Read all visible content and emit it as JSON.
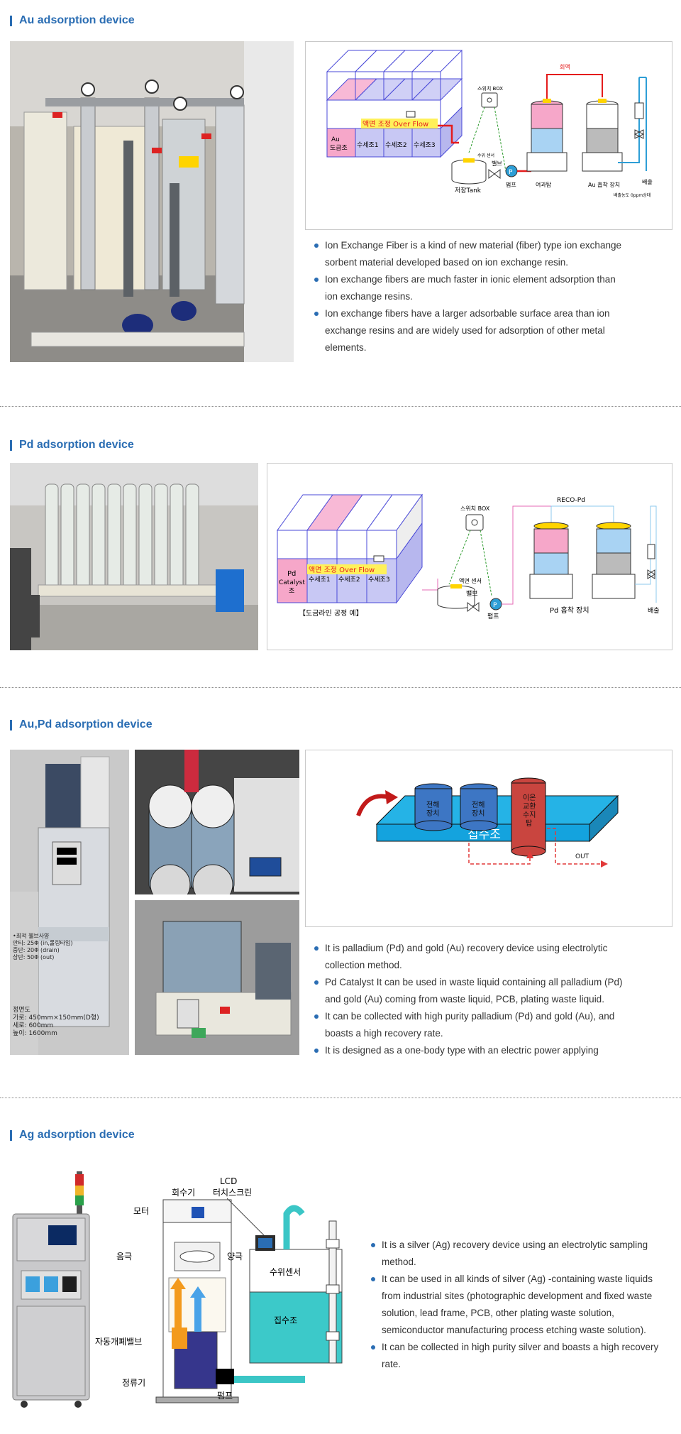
{
  "sections": {
    "au": {
      "title": "Au adsorption device",
      "bullets": [
        "Ion Exchange Fiber is a kind of new material (fiber) type ion exchange sorbent material developed based on ion exchange resin.",
        "Ion exchange fibers are much faster in ionic element adsorption than ion exchange resins.",
        "Ion exchange fibers have a larger adsorbable surface area than ion exchange resins and are widely used for adsorption of other metal elements."
      ],
      "diagram": {
        "tank_au": "Au",
        "tank_au2": "도금조",
        "rinse1": "수세조1",
        "rinse2": "수세조2",
        "rinse3": "수세조3",
        "overflow": "액면 조정 Over Flow",
        "switch_box": "스위치 BOX",
        "level_sensor": "수위 센서",
        "valve": "밸브",
        "pump": "펌프",
        "storage": "저장Tank",
        "filter": "여과탑",
        "adsorber": "Au 흡착 장치",
        "return": "회액",
        "discharge": "배출",
        "discharge_note": "배출농도 0ppm상태",
        "pump_symbol": "P"
      }
    },
    "pd": {
      "title": "Pd adsorption device",
      "diagram": {
        "tank_pd": "Pd",
        "tank_pd2": "Catalyst",
        "tank_pd3": "조",
        "rinse1": "수세조1",
        "rinse2": "수세조2",
        "rinse3": "수세조3",
        "overflow": "액면 조정 Over Flow",
        "switch_box": "스위치 BOX",
        "level_sensor": "액면 센서",
        "valve": "밸브",
        "pump": "펌프",
        "reco": "RECO-Pd",
        "adsorber": "Pd 흡착 장치",
        "discharge": "배출",
        "caption": "【도금라인 공정 예】",
        "pump_symbol": "P"
      }
    },
    "aupd": {
      "title": "Au,Pd adsorption device",
      "bullets": [
        "It is palladium (Pd) and gold (Au) recovery device using electrolytic collection method.",
        " Pd Catalyst It can be used in waste liquid containing all palladium (Pd) and gold (Au) coming from waste liquid, PCB, plating waste liquid.",
        "It can be collected with high purity palladium (Pd) and gold (Au), and boasts a high recovery rate.",
        "It is designed as a one-body type with an electric power applying"
      ],
      "diagram": {
        "collector": "집수조",
        "cell1": [
          "전해",
          "장치"
        ],
        "cell2": [
          "전해",
          "장치"
        ],
        "ion": [
          "이온",
          "교환",
          "수지",
          "탑"
        ],
        "out": "OUT"
      },
      "photo_text": {
        "spec1": "•최적 웰브사양",
        "spec2": "안티: 25Φ (in,롤링타입)",
        "spec3": "중단: 20Φ (drain)",
        "spec4": "상단: 50Φ (out)",
        "dim_title": "정면도",
        "dim1": "가로: 450mm×150mm(D형)",
        "dim2": "세로: 600mm",
        "dim3": "높이: 1600mm"
      }
    },
    "ag": {
      "title": "Ag adsorption device",
      "bullets": [
        "It is a silver (Ag) recovery device using an electrolytic sampling method.",
        "It can be used in all kinds of silver (Ag) -containing waste liquids from industrial sites (photographic development and fixed waste solution, lead frame, PCB, other plating waste solution, semiconductor manufacturing process etching waste solution).",
        "It can be collected in high purity silver and boasts a high recovery rate."
      ],
      "diagram": {
        "rotor": "회수기",
        "lcd1": "LCD",
        "lcd2": "터치스크린",
        "motor": "모터",
        "cathode": "음극",
        "anode": "양극",
        "level_sensor": "수위센서",
        "collector": "집수조",
        "auto_valve": "자동개폐밸브",
        "rectifier": "정류기",
        "pump": "펌프"
      }
    }
  }
}
